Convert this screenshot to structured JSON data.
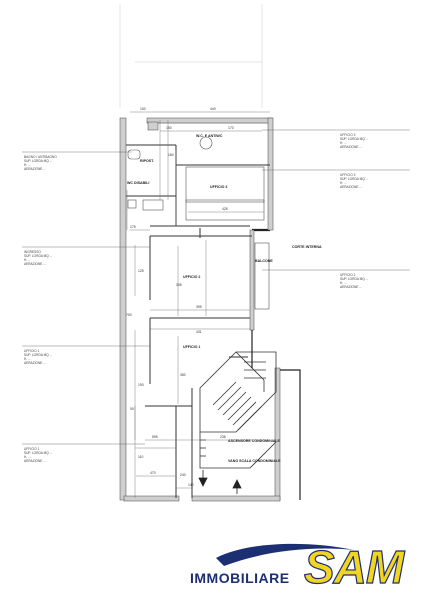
{
  "rooms": {
    "wc_disabili": "WC DISABILI",
    "ufficio_3": "UFFICIO 3",
    "ufficio_2": "UFFICIO 2",
    "ufficio_1": "UFFICIO 1",
    "wc_antiwc": "W.C. E ANTIWC",
    "ripostiglio": "RIPOST.",
    "cortile_interno": "CORTE INTERNA",
    "balcone": "BALCONE",
    "vano_scala": "VANO SCALA CONDOMINIALE",
    "ascensore": "ASCENSORE CONDOMINIALE"
  },
  "dimensions": [
    "100",
    "440",
    "150",
    "170",
    "425",
    "175",
    "395",
    "700",
    "125",
    "431",
    "190",
    "350",
    "595",
    "110",
    "240",
    "236",
    "305",
    "470",
    "160",
    "140",
    "90"
  ],
  "notes_left": [
    "BAGNO / ANTIBAGNO\nSUP. LORDA MQ ...\nH. ...\nAERAZIONE ...",
    "INGRESSO\nSUP. LORDA MQ ...\nH. ...\nAERAZIONE ...",
    "UFFICIO 1\nSUP. LORDA MQ ...\nH. ...\nAERAZIONE ...",
    "UFFICIO 1\nSUP. LORDA MQ ...\nH. ...\nAERAZIONE ..."
  ],
  "notes_right": [
    "UFFICIO 3\nSUP. LORDA MQ ...\nH. ...\nAERAZIONE ...",
    "UFFICIO 3\nSUP. LORDA MQ ...\nH. ...\nAERAZIONE ...",
    "UFFICIO 2\nSUP. LORDA MQ ...\nH. ...\nAERAZIONE ..."
  ],
  "logo": {
    "word": "IMMOBILIARE",
    "brand": "SAM"
  },
  "colors": {
    "brand_blue": "#1c2f73",
    "brand_yellow": "#f2d51f",
    "line": "#333333"
  }
}
